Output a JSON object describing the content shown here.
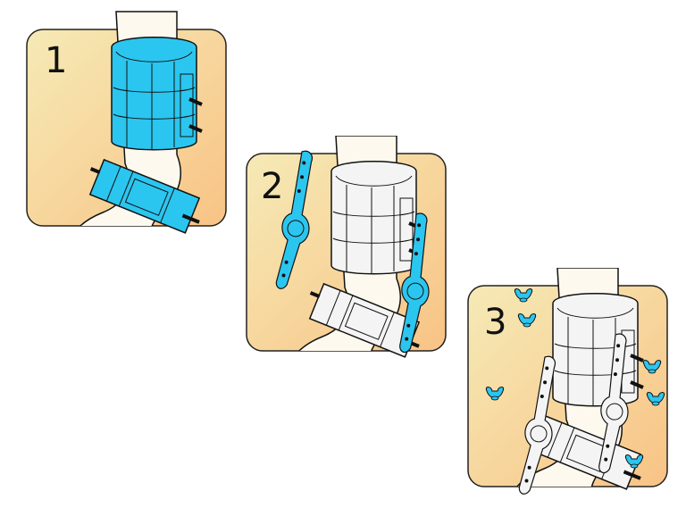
{
  "steps": [
    {
      "number": "1",
      "highlight": "cuffs"
    },
    {
      "number": "2",
      "highlight": "side-brackets"
    },
    {
      "number": "3",
      "highlight": "wing-nuts"
    }
  ],
  "colors": {
    "highlight": "#2bc6ef",
    "panel_light": "#f6e9b4",
    "panel_dark": "#f8c486",
    "leg": "#fdf9ee",
    "outline": "#111111",
    "part": "#f4f4f4"
  }
}
